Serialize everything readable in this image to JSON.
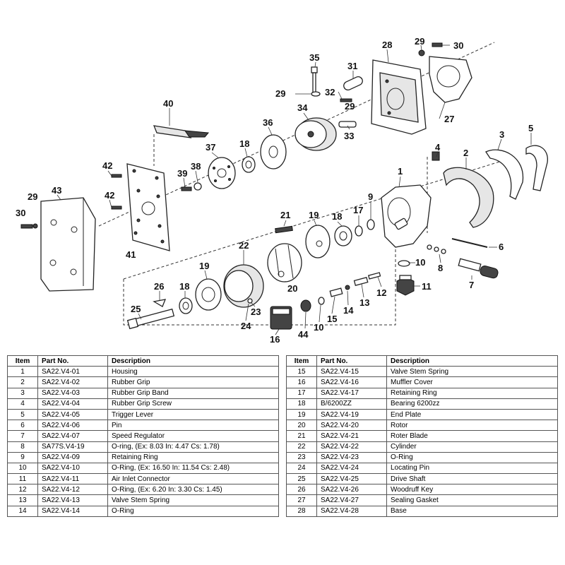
{
  "diagram": {
    "callouts": [
      "1",
      "2",
      "3",
      "4",
      "5",
      "6",
      "7",
      "8",
      "9",
      "10",
      "11",
      "12",
      "13",
      "14",
      "15",
      "16",
      "17",
      "18",
      "19",
      "20",
      "21",
      "22",
      "23",
      "24",
      "25",
      "26",
      "27",
      "28",
      "29",
      "30",
      "31",
      "32",
      "33",
      "34",
      "35",
      "36",
      "37",
      "38",
      "39",
      "40",
      "41",
      "42",
      "43",
      "44"
    ]
  },
  "tables": [
    {
      "headers": {
        "item": "Item",
        "part_no": "Part No.",
        "description": "Description"
      },
      "rows": [
        {
          "item": "1",
          "part_no": "SA22.V4-01",
          "description": "Housing"
        },
        {
          "item": "2",
          "part_no": "SA22.V4-02",
          "description": "Rubber Grip"
        },
        {
          "item": "3",
          "part_no": "SA22.V4-03",
          "description": "Rubber Grip Band"
        },
        {
          "item": "4",
          "part_no": "SA22.V4-04",
          "description": "Rubber Grip Screw"
        },
        {
          "item": "5",
          "part_no": "SA22.V4-05",
          "description": "Trigger Lever"
        },
        {
          "item": "6",
          "part_no": "SA22.V4-06",
          "description": "Pin"
        },
        {
          "item": "7",
          "part_no": "SA22.V4-07",
          "description": "Speed Regulator"
        },
        {
          "item": "8",
          "part_no": "SA77S.V4-19",
          "description": "O-ring, (Ex: 8.03 In: 4.47 Cs: 1.78)"
        },
        {
          "item": "9",
          "part_no": "SA22.V4-09",
          "description": "Retaining Ring"
        },
        {
          "item": "10",
          "part_no": "SA22.V4-10",
          "description": "O-Ring, (Ex: 16.50 In: 11.54 Cs: 2.48)"
        },
        {
          "item": "11",
          "part_no": "SA22.V4-11",
          "description": "Air Inlet Connector"
        },
        {
          "item": "12",
          "part_no": "SA22.V4-12",
          "description": "O-Ring, (Ex: 6.20 In: 3.30 Cs: 1.45)"
        },
        {
          "item": "13",
          "part_no": "SA22.V4-13",
          "description": "Valve Stem Spring"
        },
        {
          "item": "14",
          "part_no": "SA22.V4-14",
          "description": "O-Ring"
        }
      ]
    },
    {
      "headers": {
        "item": "Item",
        "part_no": "Part No.",
        "description": "Description"
      },
      "rows": [
        {
          "item": "15",
          "part_no": "SA22.V4-15",
          "description": "Valve Stem Spring"
        },
        {
          "item": "16",
          "part_no": "SA22.V4-16",
          "description": "Muffler Cover"
        },
        {
          "item": "17",
          "part_no": "SA22.V4-17",
          "description": "Retaining Ring"
        },
        {
          "item": "18",
          "part_no": "B/6200ZZ",
          "description": "Bearing 6200zz"
        },
        {
          "item": "19",
          "part_no": "SA22.V4-19",
          "description": "End Plate"
        },
        {
          "item": "20",
          "part_no": "SA22.V4-20",
          "description": "Rotor"
        },
        {
          "item": "21",
          "part_no": "SA22.V4-21",
          "description": "Roter Blade"
        },
        {
          "item": "22",
          "part_no": "SA22.V4-22",
          "description": "Cylinder"
        },
        {
          "item": "23",
          "part_no": "SA22.V4-23",
          "description": "O-Ring"
        },
        {
          "item": "24",
          "part_no": "SA22.V4-24",
          "description": "Locating Pin"
        },
        {
          "item": "25",
          "part_no": "SA22.V4-25",
          "description": "Drive Shaft"
        },
        {
          "item": "26",
          "part_no": "SA22.V4-26",
          "description": "Woodruff Key"
        },
        {
          "item": "27",
          "part_no": "SA22.V4-27",
          "description": "Sealing Gasket"
        },
        {
          "item": "28",
          "part_no": "SA22.V4-28",
          "description": "Base"
        }
      ]
    }
  ]
}
